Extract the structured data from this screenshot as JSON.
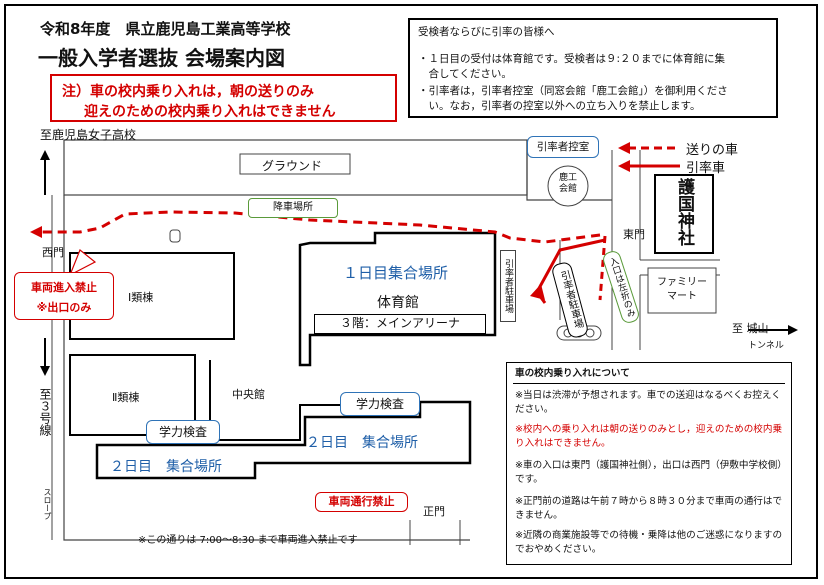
{
  "header": {
    "school": "令和8年度　県立鹿児島工業高等学校",
    "title": "一般入学者選抜 会場案内図"
  },
  "notice": {
    "line1": "注）車の校内乗り入れは，朝の送りのみ",
    "line2": "迎えのための校内乗り入れはできません"
  },
  "info_box": {
    "heading": "受検者ならびに引率の皆様へ",
    "bullet1_l1": "・１日目の受付は体育館です。受検者は９:２０までに体育館に集",
    "bullet1_l2": "　合してください。",
    "bullet2_l1": "・引率者は，引率者控室（同窓会館「鹿工会館」）を御利用くださ",
    "bullet2_l2": "　い。なお，引率者の控室以外への立ち入りを禁止します。"
  },
  "legend": {
    "dropoff_car": "送りの車",
    "escort_car": "引率車"
  },
  "map": {
    "to_girls_school": "至鹿児島女子高校",
    "ground": "グラウンド",
    "dropoff_area": "降車場所",
    "escort_waiting_room": "引率者控室",
    "kagyo_hall": "鹿工\n会館",
    "gokoku_shrine": "護国神社",
    "east_gate": "東門",
    "west_gate": "西門",
    "no_entry_vehicle": "車両進入禁止",
    "exit_only": "※出口のみ",
    "building1": "Ⅰ類棟",
    "building2": "Ⅱ類棟",
    "central_hall": "中央館",
    "day1_assembly": "１日目集合場所",
    "gymnasium": "体育館",
    "main_arena": "３階：メインアリーナ",
    "escort_parking": "引率者駐車場",
    "escort_parking_vertical": "引率者駐車場",
    "entry_left_turn": "入口は左折のみ",
    "family_mart": "ファミリー\nマート",
    "to_shiroyama": "至 城山",
    "tunnel": "トンネル",
    "to_route3": "至３号線",
    "slope": "スロープ",
    "academic_test_1": "学力検査",
    "academic_test_2": "学力検査",
    "day2_assembly_1": "２日目　集合場所",
    "day2_assembly_2": "２日目　集合場所",
    "no_vehicle_passage": "車両通行禁止",
    "main_gate": "正門",
    "road_note": "※この通りは 7:00～8:30 まで車両進入禁止です"
  },
  "notes": {
    "heading": "車の校内乗り入れについて",
    "n1": "※当日は渋滞が予想されます。車での送迎はなるべくお控えください。",
    "n2": "※校内への乗り入れは朝の送りのみとし，迎えのための校内乗り入れはできません。",
    "n3": "※車の入口は東門（護国神社側），出口は西門（伊敷中学校側）です。",
    "n4": "※正門前の道路は午前７時から８時３０分まで車両の通行はできません。",
    "n5": "※近隣の商業施設等での待機・乗降は他のご迷惑になりますのでおやめください。"
  },
  "colors": {
    "red": "#d40000",
    "blue": "#1f5fa8",
    "callout_border": "#2f73b7",
    "green": "#5a9a3a"
  }
}
